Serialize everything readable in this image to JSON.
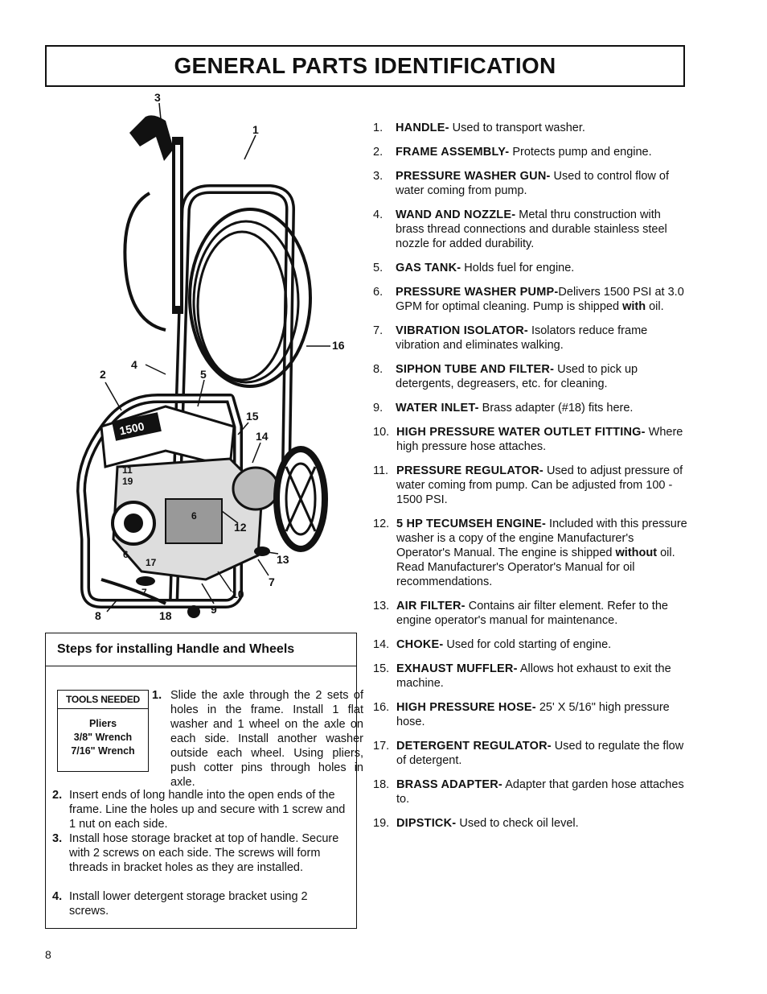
{
  "title": "GENERAL PARTS IDENTIFICATION",
  "callouts": [
    "3",
    "1",
    "16",
    "4",
    "2",
    "5",
    "15",
    "14",
    "11",
    "19",
    "6",
    "12",
    "17",
    "13",
    "7",
    "9",
    "10",
    "8",
    "18",
    "6",
    "7"
  ],
  "parts": [
    {
      "num": "1.",
      "term": "HANDLE-",
      "desc": " Used to transport washer."
    },
    {
      "num": "2.",
      "term": "FRAME ASSEMBLY-",
      "desc": " Protects pump and engine."
    },
    {
      "num": "3.",
      "term": "PRESSURE WASHER GUN-",
      "desc": " Used to control flow of water coming from pump."
    },
    {
      "num": "4.",
      "term": "WAND AND NOZZLE-",
      "desc": " Metal thru construction with brass thread connections and durable stainless steel nozzle for added durability."
    },
    {
      "num": "5.",
      "term": "GAS TANK-",
      "desc": " Holds fuel for engine."
    },
    {
      "num": "6.",
      "term": "PRESSURE WASHER PUMP-",
      "desc_a": "Delivers 1500 PSI at 3.0 GPM for optimal cleaning. Pump is shipped ",
      "bold": "with",
      "desc_b": " oil."
    },
    {
      "num": "7.",
      "term": "VIBRATION ISOLATOR-",
      "desc": " Isolators reduce frame vibration and eliminates walking."
    },
    {
      "num": "8.",
      "term": "SIPHON TUBE AND FILTER-",
      "desc": " Used to pick up detergents, degreasers, etc. for cleaning."
    },
    {
      "num": "9.",
      "term": "WATER INLET-",
      "desc": " Brass adapter (#18) fits here."
    },
    {
      "num": "10.",
      "term": "HIGH PRESSURE WATER OUTLET FITTING-",
      "desc": " Where high pressure hose attaches."
    },
    {
      "num": "11.",
      "term": "PRESSURE REGULATOR-",
      "desc": " Used to adjust pressure of water coming from pump. Can be adjusted from 100 - 1500 PSI."
    },
    {
      "num": "12.",
      "term": "5 HP TECUMSEH ENGINE-",
      "desc_a": " Included with this pressure washer is a copy of  the engine Manufacturer's Operator's Manual. The engine is shipped ",
      "bold": "without",
      "desc_b": " oil. Read Manufacturer's Operator's Manual for oil recommendations."
    },
    {
      "num": "13.",
      "term": "AIR FILTER-",
      "desc": " Contains air filter element. Refer to the engine operator's manual for maintenance."
    },
    {
      "num": "14.",
      "term": "CHOKE-",
      "desc": " Used for cold starting of engine."
    },
    {
      "num": "15.",
      "term": "EXHAUST MUFFLER-",
      "desc": "  Allows hot exhaust to exit the machine."
    },
    {
      "num": "16.",
      "term": "HIGH PRESSURE HOSE-",
      "desc": " 25' X 5/16\" high pressure hose."
    },
    {
      "num": "17.",
      "term": "DETERGENT REGULATOR-",
      "desc": " Used to regulate the flow of detergent."
    },
    {
      "num": "18.",
      "term": "BRASS ADAPTER-",
      "desc": " Adapter that garden hose attaches to."
    },
    {
      "num": "19.",
      "term": "DIPSTICK-",
      "desc": " Used to check oil level."
    }
  ],
  "steps_box": {
    "heading": "Steps for installing Handle and Wheels",
    "tools_heading": "TOOLS NEEDED",
    "tools": [
      "Pliers",
      "3/8\" Wrench",
      "7/16\" Wrench"
    ],
    "steps": [
      {
        "num": "1.",
        "text": "Slide the axle through the 2 sets of holes in the frame. Install 1 flat washer and 1 wheel on the axle on each side. Install another washer outside each wheel. Using pliers, push cotter pins through holes in axle."
      },
      {
        "num": "2.",
        "text": "Insert ends of long handle into the open ends of the frame. Line the holes up and secure with 1 screw and 1 nut on each side."
      },
      {
        "num": "3.",
        "text": "Install hose storage bracket at top of handle. Secure with 2 screws on each side. The screws will form threads in bracket holes as they are installed."
      },
      {
        "num": "4.",
        "text": "Install lower detergent storage bracket using 2 screws."
      }
    ]
  },
  "page_number": "8"
}
